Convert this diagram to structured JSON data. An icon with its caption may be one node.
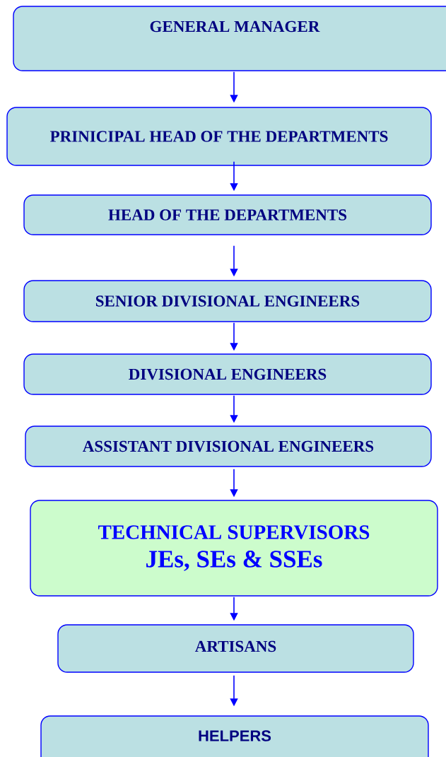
{
  "diagram": {
    "nodes": [
      {
        "text": [
          "GENERAL MANAGER"
        ]
      },
      {
        "text": [
          "PRINICIPAL HEAD OF THE DEPARTMENTS"
        ]
      },
      {
        "text": [
          "HEAD OF THE DEPARTMENTS"
        ]
      },
      {
        "text": [
          "SENIOR DIVISIONAL ENGINEERS"
        ]
      },
      {
        "text": [
          "DIVISIONAL ENGINEERS"
        ]
      },
      {
        "text": [
          "ASSISTANT DIVISIONAL ENGINEERS"
        ]
      },
      {
        "text": [
          "TECHNICAL SUPERVISORS",
          "JEs, SEs & SSEs"
        ]
      },
      {
        "text": [
          "ARTISANS"
        ]
      },
      {
        "text": [
          "HELPERS"
        ]
      }
    ],
    "edges": [
      {
        "from": 0,
        "to": 1,
        "arrow": "to"
      },
      {
        "from": 1,
        "to": 2,
        "arrow": "to"
      },
      {
        "from": 2,
        "to": 3,
        "arrow": "to"
      },
      {
        "from": 3,
        "to": 4,
        "arrow": "to"
      },
      {
        "from": 4,
        "to": 5,
        "arrow": "to"
      },
      {
        "from": 5,
        "to": 6,
        "arrow": "to"
      },
      {
        "from": 6,
        "to": 7,
        "arrow": "to"
      },
      {
        "from": 7,
        "to": 8,
        "arrow": "to"
      }
    ]
  }
}
